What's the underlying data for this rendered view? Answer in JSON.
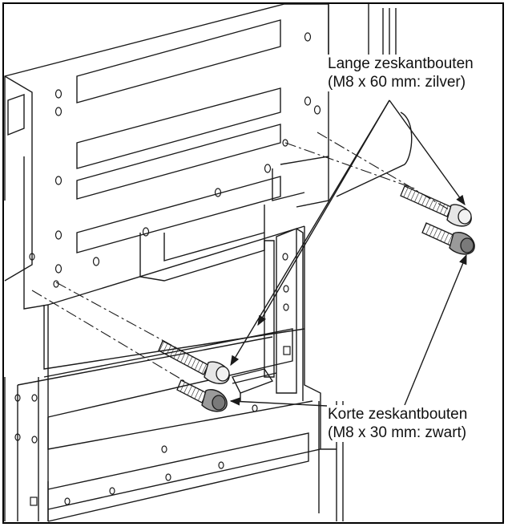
{
  "callouts": {
    "long_bolts": {
      "line1": "Lange zeskantbouten",
      "line2": "(M8 x 60 mm: zilver)"
    },
    "short_bolts": {
      "line1": "Korte zeskantbouten",
      "line2": "(M8 x 30 mm: zwart)"
    }
  },
  "colors": {
    "line": "#1a1a1a",
    "bolt_long": "#e6e6e6",
    "bolt_short": "#9a9a9a",
    "background": "#ffffff"
  }
}
